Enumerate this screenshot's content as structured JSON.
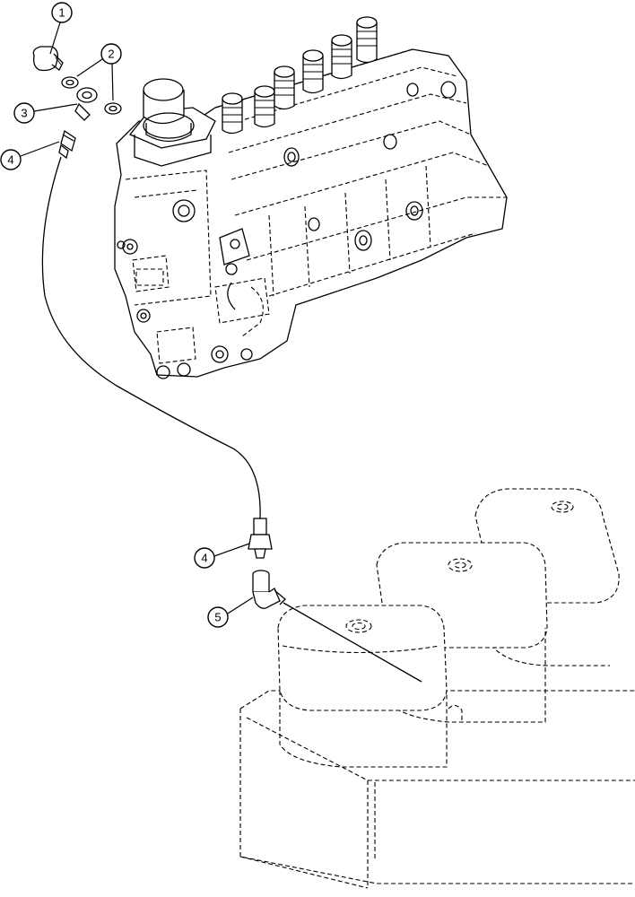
{
  "diagram": {
    "callouts": [
      {
        "label": "1"
      },
      {
        "label": "2"
      },
      {
        "label": "3"
      },
      {
        "label": "4"
      },
      {
        "label": "4"
      },
      {
        "label": "5"
      }
    ]
  }
}
